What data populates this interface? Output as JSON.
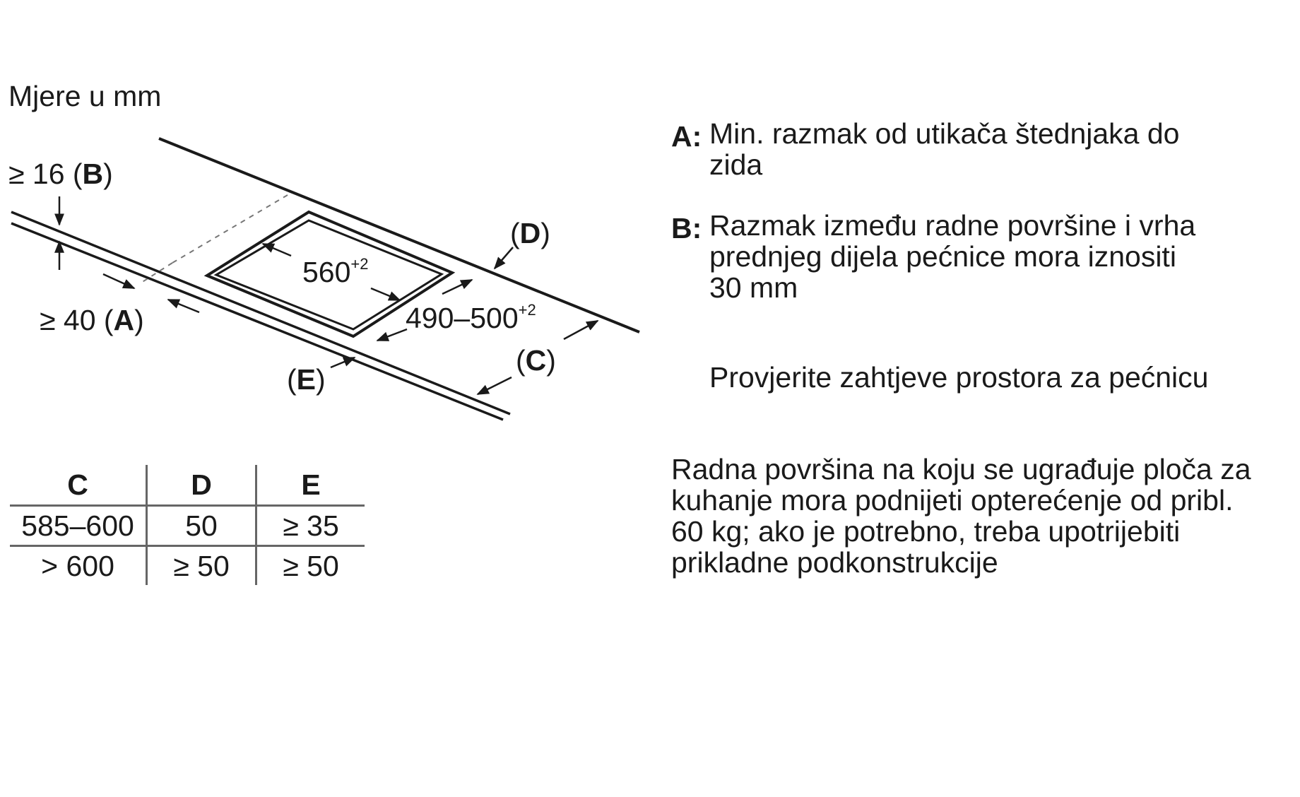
{
  "units_label": "Mjere u mm",
  "labels": {
    "b": {
      "value": "≥ 16",
      "letter": "B"
    },
    "a": {
      "value": "≥ 40",
      "letter": "A"
    },
    "d": {
      "letter": "D"
    },
    "c": {
      "letter": "C"
    },
    "e": {
      "letter": "E"
    },
    "width": {
      "value": "560",
      "tol": "+2"
    },
    "depth": {
      "value": "490–500",
      "tol": "+2"
    }
  },
  "table": {
    "headers": [
      "C",
      "D",
      "E"
    ],
    "rows": [
      [
        "585–600",
        "50",
        "≥ 35"
      ],
      [
        "> 600",
        "≥ 50",
        "≥ 50"
      ]
    ]
  },
  "legend": [
    {
      "key": "A:",
      "lines": [
        "Min. razmak od utikača štednjaka do",
        "zida"
      ]
    },
    {
      "key": "B:",
      "lines": [
        "Razmak između radne površine i vrha",
        "prednjeg dijela pećnice mora iznositi",
        "30 mm"
      ]
    }
  ],
  "note_oven": "Provjerite zahtjeve prostora za pećnicu",
  "note_load": [
    "Radna površina na koju se ugrađuje ploča za",
    "kuhanje mora podnijeti opterećenje od pribl.",
    "60 kg; ako je potrebno, treba upotrijebiti",
    "prikladne podkonstrukcije"
  ]
}
